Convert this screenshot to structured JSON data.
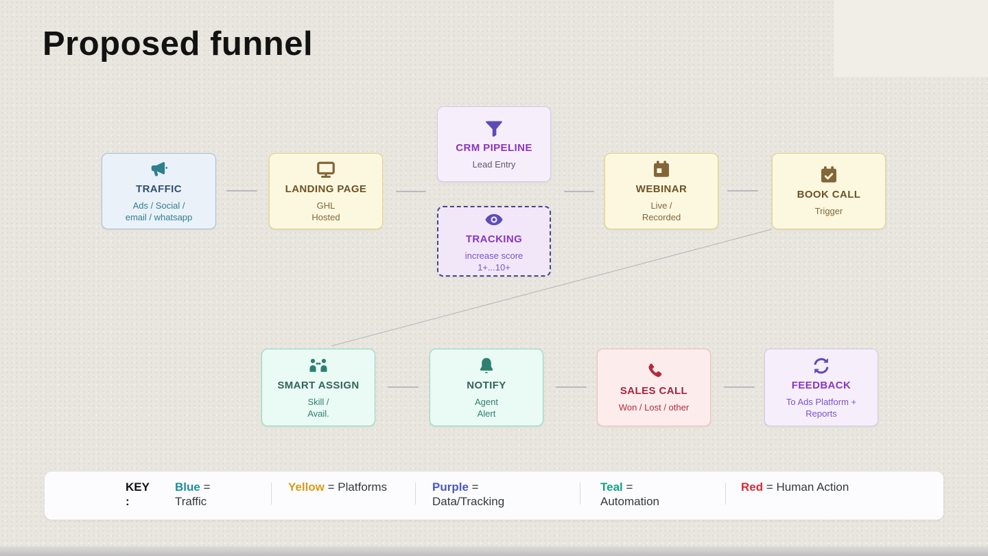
{
  "page": {
    "title": "Proposed funnel"
  },
  "nodes": [
    {
      "id": "traffic",
      "title": "TRAFFIC",
      "subtitle": "Ads / Social /\nemail / whatsapp",
      "icon": "megaphone-icon",
      "category": "blue"
    },
    {
      "id": "landing-page",
      "title": "LANDING PAGE",
      "subtitle": "GHL\nHosted",
      "icon": "monitor-icon",
      "category": "yellow"
    },
    {
      "id": "crm-pipeline",
      "title": "CRM PIPELINE",
      "subtitle": "Lead Entry",
      "icon": "funnel-icon",
      "category": "purple"
    },
    {
      "id": "tracking",
      "title": "TRACKING",
      "subtitle": "increase score\n1+...10+",
      "icon": "eye-icon",
      "category": "purple",
      "border_style": "dashed"
    },
    {
      "id": "webinar",
      "title": "WEBINAR",
      "subtitle": "Live /\nRecorded",
      "icon": "calendar-icon",
      "category": "yellow"
    },
    {
      "id": "book-call",
      "title": "BOOK CALL",
      "subtitle": "Trigger",
      "icon": "calendar-check-icon",
      "category": "yellow"
    },
    {
      "id": "smart-assign",
      "title": "SMART ASSIGN",
      "subtitle": "Skill /\nAvail.",
      "icon": "people-swap-icon",
      "category": "teal"
    },
    {
      "id": "notify",
      "title": "NOTIFY",
      "subtitle": "Agent\nAlert",
      "icon": "bell-icon",
      "category": "teal"
    },
    {
      "id": "sales-call",
      "title": "SALES CALL",
      "subtitle": "Won / Lost / other",
      "icon": "phone-icon",
      "category": "red"
    },
    {
      "id": "feedback",
      "title": "FEEDBACK",
      "subtitle": "To Ads Platform +\nReports",
      "icon": "refresh-icon",
      "category": "purple"
    }
  ],
  "edges": [
    {
      "from": "traffic",
      "to": "landing-page"
    },
    {
      "from": "landing-page",
      "to": "crm-pipeline"
    },
    {
      "from": "crm-pipeline",
      "to": "webinar"
    },
    {
      "from": "webinar",
      "to": "book-call"
    },
    {
      "from": "book-call",
      "to": "smart-assign"
    },
    {
      "from": "smart-assign",
      "to": "notify"
    },
    {
      "from": "notify",
      "to": "sales-call"
    },
    {
      "from": "sales-call",
      "to": "feedback"
    }
  ],
  "key": {
    "label_line1": "KEY",
    "label_line2": ":",
    "items": [
      {
        "word": "Blue",
        "color": "#1a8fa0",
        "line1_rest": " =",
        "line2": "Traffic"
      },
      {
        "word": "Yellow",
        "color": "#d89b18",
        "line1_rest": " = Platforms",
        "line2": ""
      },
      {
        "word": "Purple",
        "color": "#4a58c0",
        "line1_rest": " =",
        "line2": "Data/Tracking"
      },
      {
        "word": "Teal",
        "color": "#12a384",
        "line1_rest": " =",
        "line2": "Automation"
      },
      {
        "word": "Red",
        "color": "#d42b35",
        "line1_rest": " = Human Action",
        "line2": ""
      }
    ]
  },
  "colors": {
    "background": "#e8e6de",
    "blue_node_bg": "#eaf1f9",
    "blue_node_border": "#a9c0d6",
    "blue_accent": "#2e7f8e",
    "yellow_node_bg": "#fcf8e0",
    "yellow_node_border": "#e6d47e",
    "yellow_accent": "#84653a",
    "purple_node_bg": "#f6effb",
    "purple_node_border": "#d9c7ec",
    "purple_accent": "#8a35c0",
    "tracking_dash_border": "#43438f",
    "teal_node_bg": "#eafaf4",
    "teal_node_border": "#8adcc6",
    "teal_accent": "#2e8070",
    "red_node_bg": "#fcecec",
    "red_node_border": "#f4bfbf",
    "red_accent": "#a32441",
    "connector": "#b9b9c0",
    "key_bar_bg": "#fcfcfe"
  }
}
